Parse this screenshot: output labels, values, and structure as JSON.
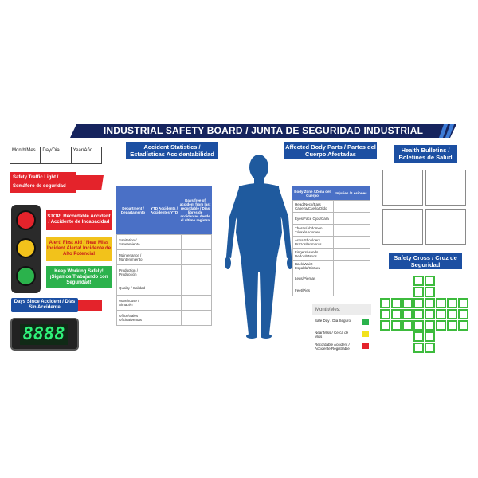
{
  "title": "INDUSTRIAL SAFETY BOARD / JUNTA DE SEGURIDAD INDUSTRIAL",
  "date_fields": [
    "Month/Mes",
    "Day/Dia",
    "Year/Año"
  ],
  "accident_stats": {
    "heading": "Accident Statistics / Estadísticas Accidentabilidad",
    "columns": [
      "Department / Departamento",
      "YTD Accidents / Accidentes YTD",
      "Days free of accident from last recordable / Días libres de accidentes desde el último registro"
    ],
    "departments": [
      "Sanitation / Saneamiento",
      "Maintenance / Mantenimiento",
      "Production / Producción",
      "Quality / Calidad",
      "Warehouse / Almacén",
      "Office/Sales Oficina/Ventas"
    ]
  },
  "traffic_light": {
    "label": "Safety Traffic Light / Semáforo de seguridad",
    "red_text": "STOP! Recordable Accident / Accidente de Incapacidad",
    "yellow_text": "Alert! First Aid / Near Miss Incident Alerta! Incidente de Alto Potencial",
    "green_text": "Keep Working Safely! ¡Sigamos Trabajando con Seguridad!",
    "colors": {
      "red": "#e4232b",
      "yellow": "#f2c21b",
      "green": "#2bb24c"
    }
  },
  "days_since": {
    "label": "Days Since Accident / Días Sin Accidente",
    "display": "8888"
  },
  "body_parts": {
    "heading": "Affected Body Parts / Partes del Cuerpo Afectadas",
    "columns": [
      "Body Zone / Zona del Cuerpo",
      "Injuries / Lesiones"
    ],
    "zones": [
      "Head/Neck/Ears Cabeza/Cuello/Oído",
      "Eyes/Face Ojos/Cara",
      "Thorax/Abdomen Tórax/Abdomen",
      "Arms/Shoulders Brazos/Hombros",
      "Fingers/Hands Dedos/Manos",
      "Back/Waist Espalda/Cintura",
      "Legs/Piernas",
      "Feet/Pies"
    ]
  },
  "month_box": {
    "label": "Month/Mes:",
    "legend": [
      {
        "text": "Safe Day / Día Seguro",
        "color": "#2bb24c"
      },
      {
        "text": "Near Miss / Cerca de Miss",
        "color": "#f2e21b"
      },
      {
        "text": "Recordable Accident / Accidente Registrable",
        "color": "#e4232b"
      }
    ]
  },
  "health_bulletins": {
    "heading": "Health Bulletins / Boletines de Salud"
  },
  "safety_cross": {
    "heading": "Safety Cross / Cruz de Seguridad",
    "color": "#3dbb3d"
  },
  "icons": {
    "body": "human-silhouette-icon"
  },
  "colors": {
    "navy": "#16245e",
    "blue": "#1c4fa2",
    "body": "#1f5a9e"
  }
}
